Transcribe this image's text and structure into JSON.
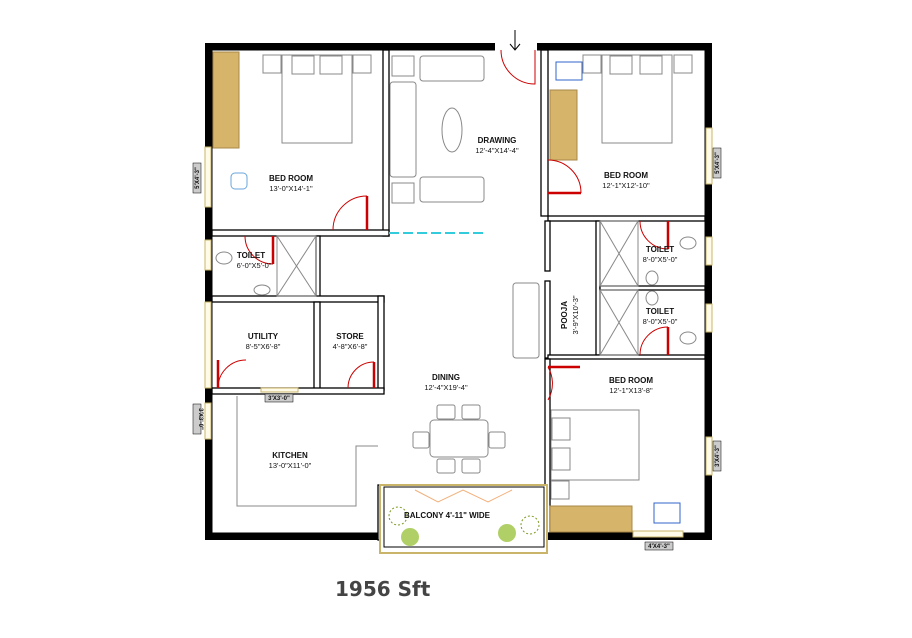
{
  "rooms": {
    "bedroom1": {
      "name": "BED ROOM",
      "size": "13'-0\"X14'-1\""
    },
    "drawing": {
      "name": "DRAWING",
      "size": "12'-4\"X14'-4\""
    },
    "bedroom2": {
      "name": "BED ROOM",
      "size": "12'-1\"X12'-10\""
    },
    "toilet1": {
      "name": "TOILET",
      "size": "6'-0\"X5'-0\""
    },
    "toilet2": {
      "name": "TOILET",
      "size": "8'-0\"X5'-0\""
    },
    "toilet3": {
      "name": "TOILET",
      "size": "8'-0\"X5'-0\""
    },
    "pooja": {
      "name": "POOJA",
      "size": "3'-9\"X10'-3\""
    },
    "utility": {
      "name": "UTILITY",
      "size": "8'-5\"X6'-8\""
    },
    "store": {
      "name": "STORE",
      "size": "4'-8\"X6'-8\""
    },
    "dining": {
      "name": "DINING",
      "size": "12'-4\"X19'-4\""
    },
    "bedroom3": {
      "name": "BED ROOM",
      "size": "12'-1\"X13'-8\""
    },
    "kitchen": {
      "name": "KITCHEN",
      "size": "13'-0\"X11'-0\""
    },
    "balcony": {
      "name": "BALCONY 4'-11\" WIDE"
    }
  },
  "windows": {
    "w_left_bed": "5'X4'-3\"",
    "w_right_bed": "5'X4'-3\"",
    "w_utility": "3'X3'-0\"",
    "w_kitchen": "3'X3'-0\"",
    "w_bed3_side": "3'X4'-3\"",
    "w_bed3_bottom": "4'X4'-3\""
  },
  "area_label": "1956 Sft",
  "colors": {
    "walls": "#000000",
    "doors": "#cc0000",
    "wardrobe": "#d6b46a",
    "window": "#c9b46a",
    "sliding": "#33ccdd"
  }
}
